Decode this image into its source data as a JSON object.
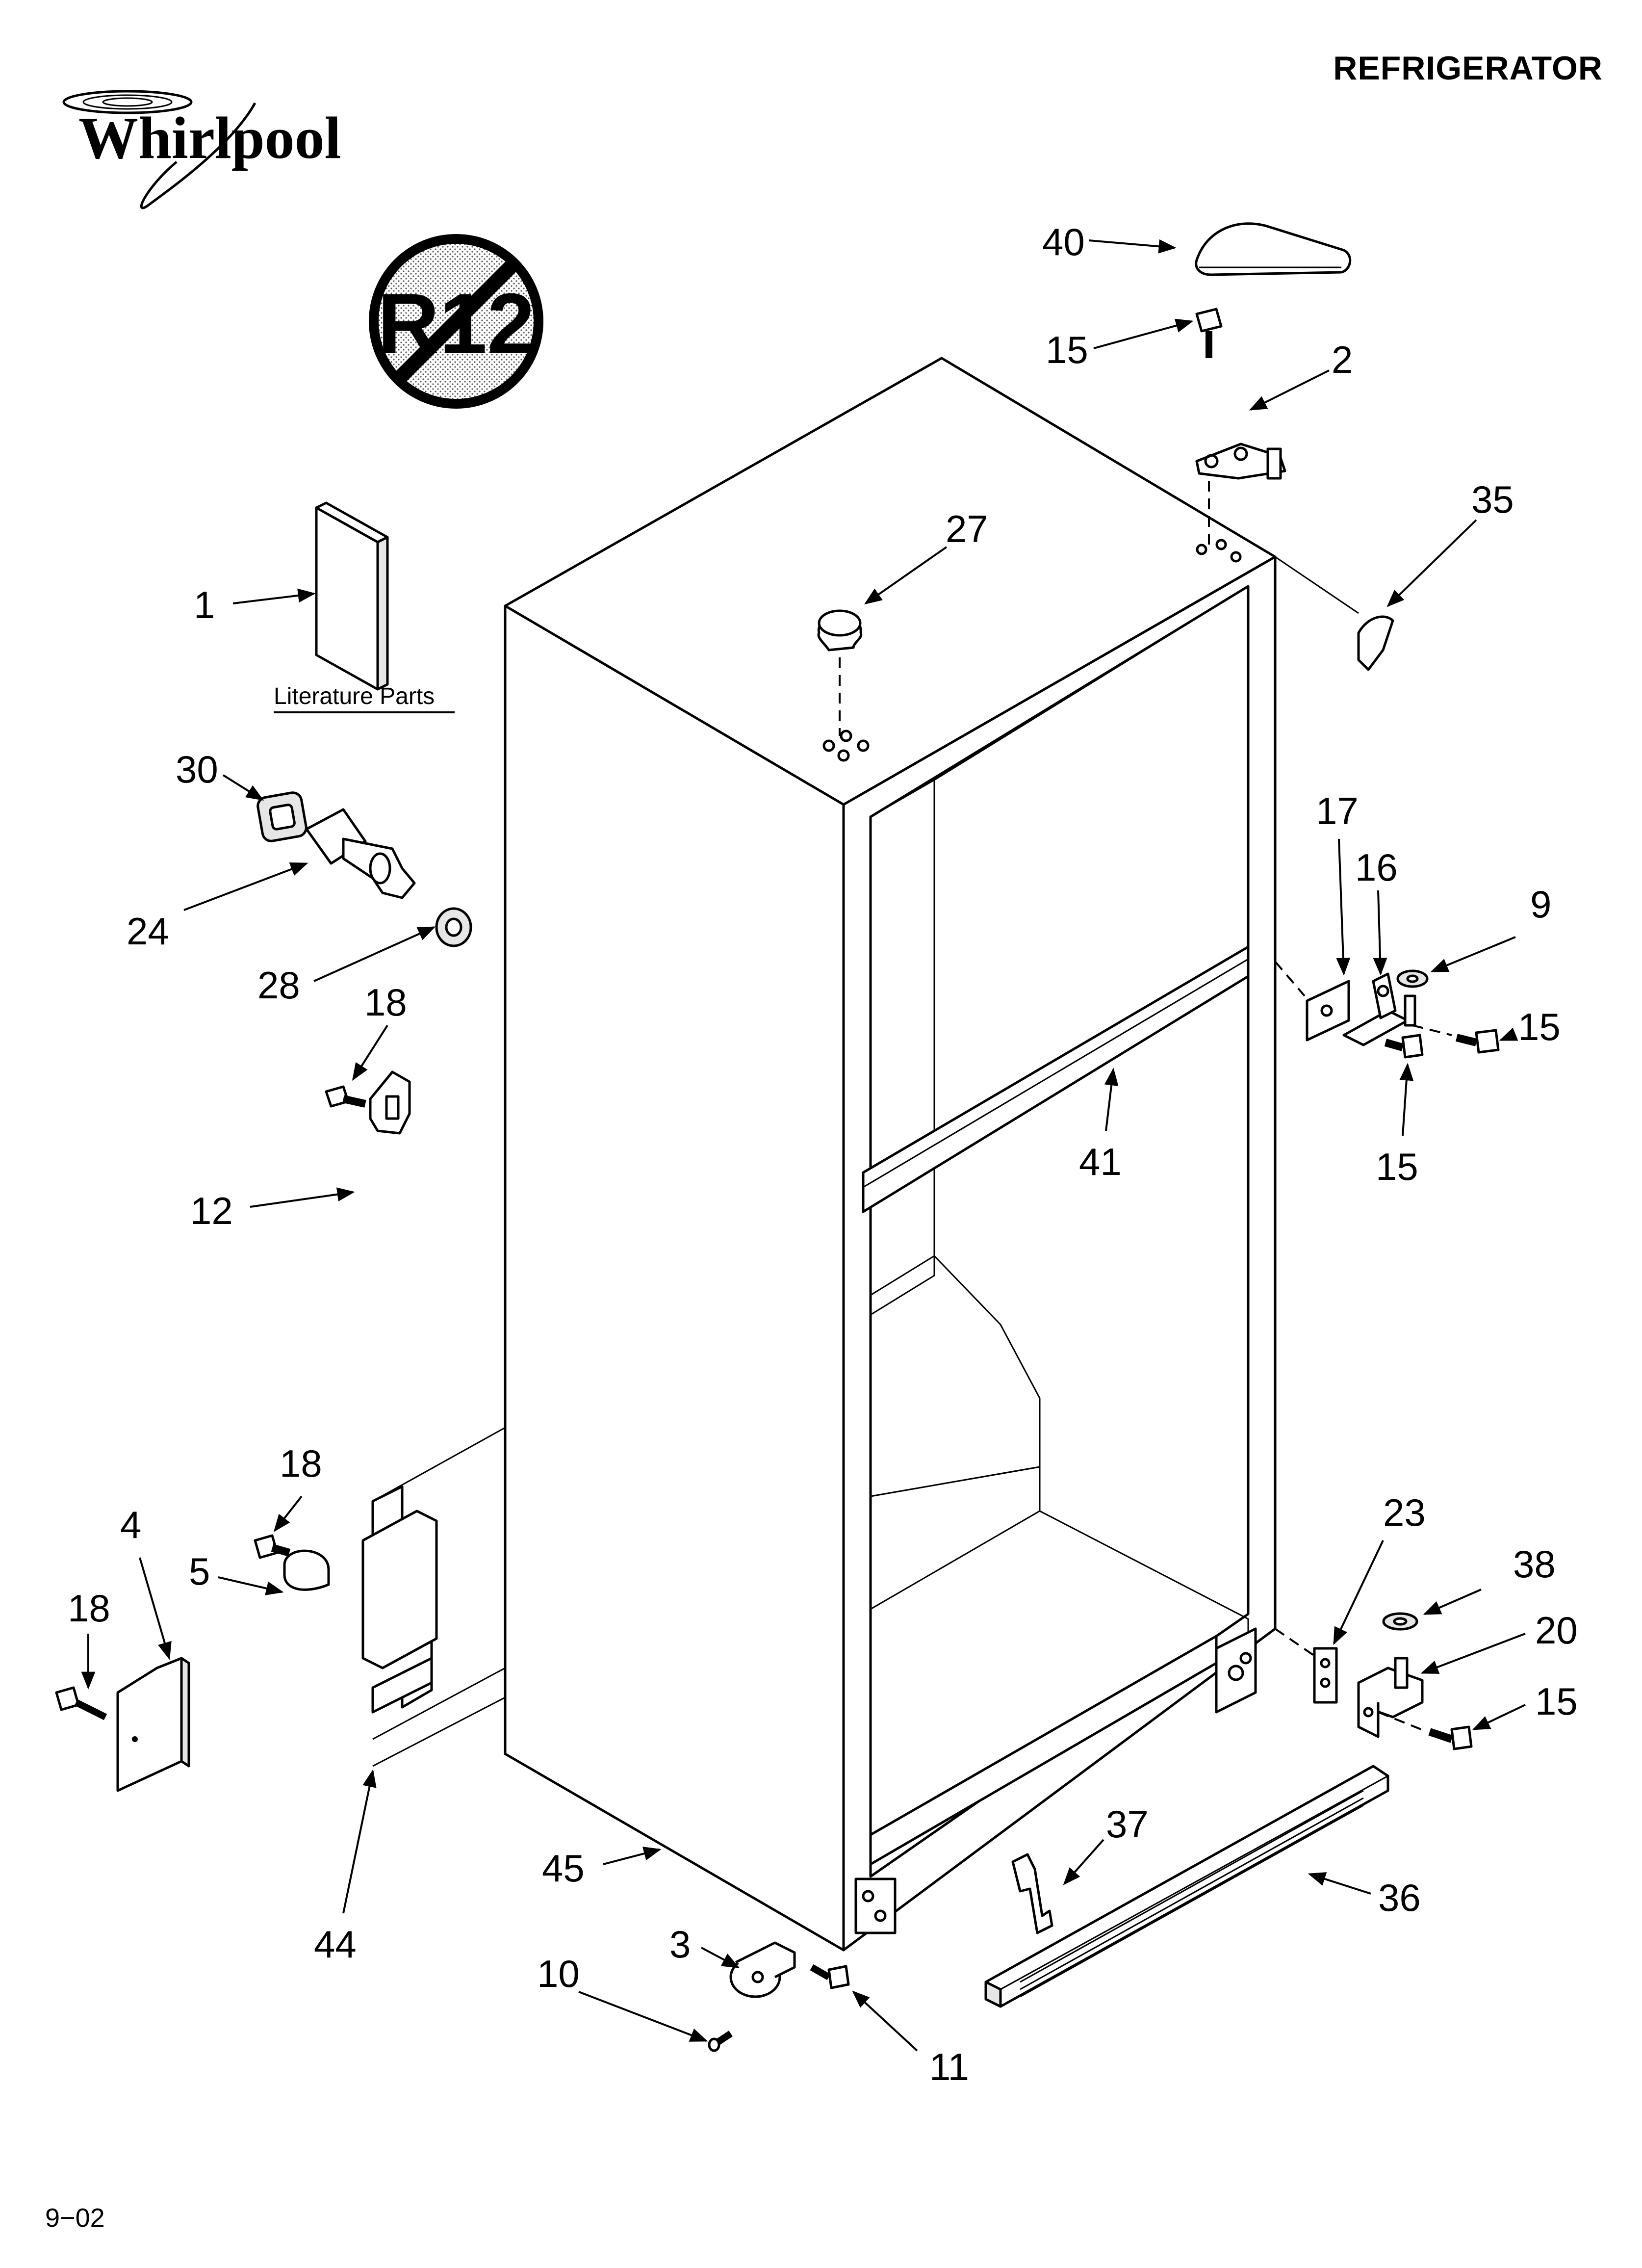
{
  "header": {
    "title": "REFRIGERATOR"
  },
  "brand": {
    "name": "Whirlpool"
  },
  "badge": {
    "text": "R12"
  },
  "footer": {
    "code": "9−02"
  },
  "literature": {
    "label": "Literature Parts"
  },
  "callouts": {
    "c1": "1",
    "c2": "2",
    "c3": "3",
    "c4": "4",
    "c5": "5",
    "c9": "9",
    "c10": "10",
    "c11": "11",
    "c12": "12",
    "c15a": "15",
    "c15b": "15",
    "c15c": "15",
    "c15d": "15",
    "c16": "16",
    "c17": "17",
    "c18a": "18",
    "c18b": "18",
    "c18c": "18",
    "c20": "20",
    "c23": "23",
    "c24": "24",
    "c27": "27",
    "c28": "28",
    "c30": "30",
    "c35": "35",
    "c36": "36",
    "c37": "37",
    "c38": "38",
    "c40": "40",
    "c41": "41",
    "c44": "44",
    "c45": "45"
  }
}
